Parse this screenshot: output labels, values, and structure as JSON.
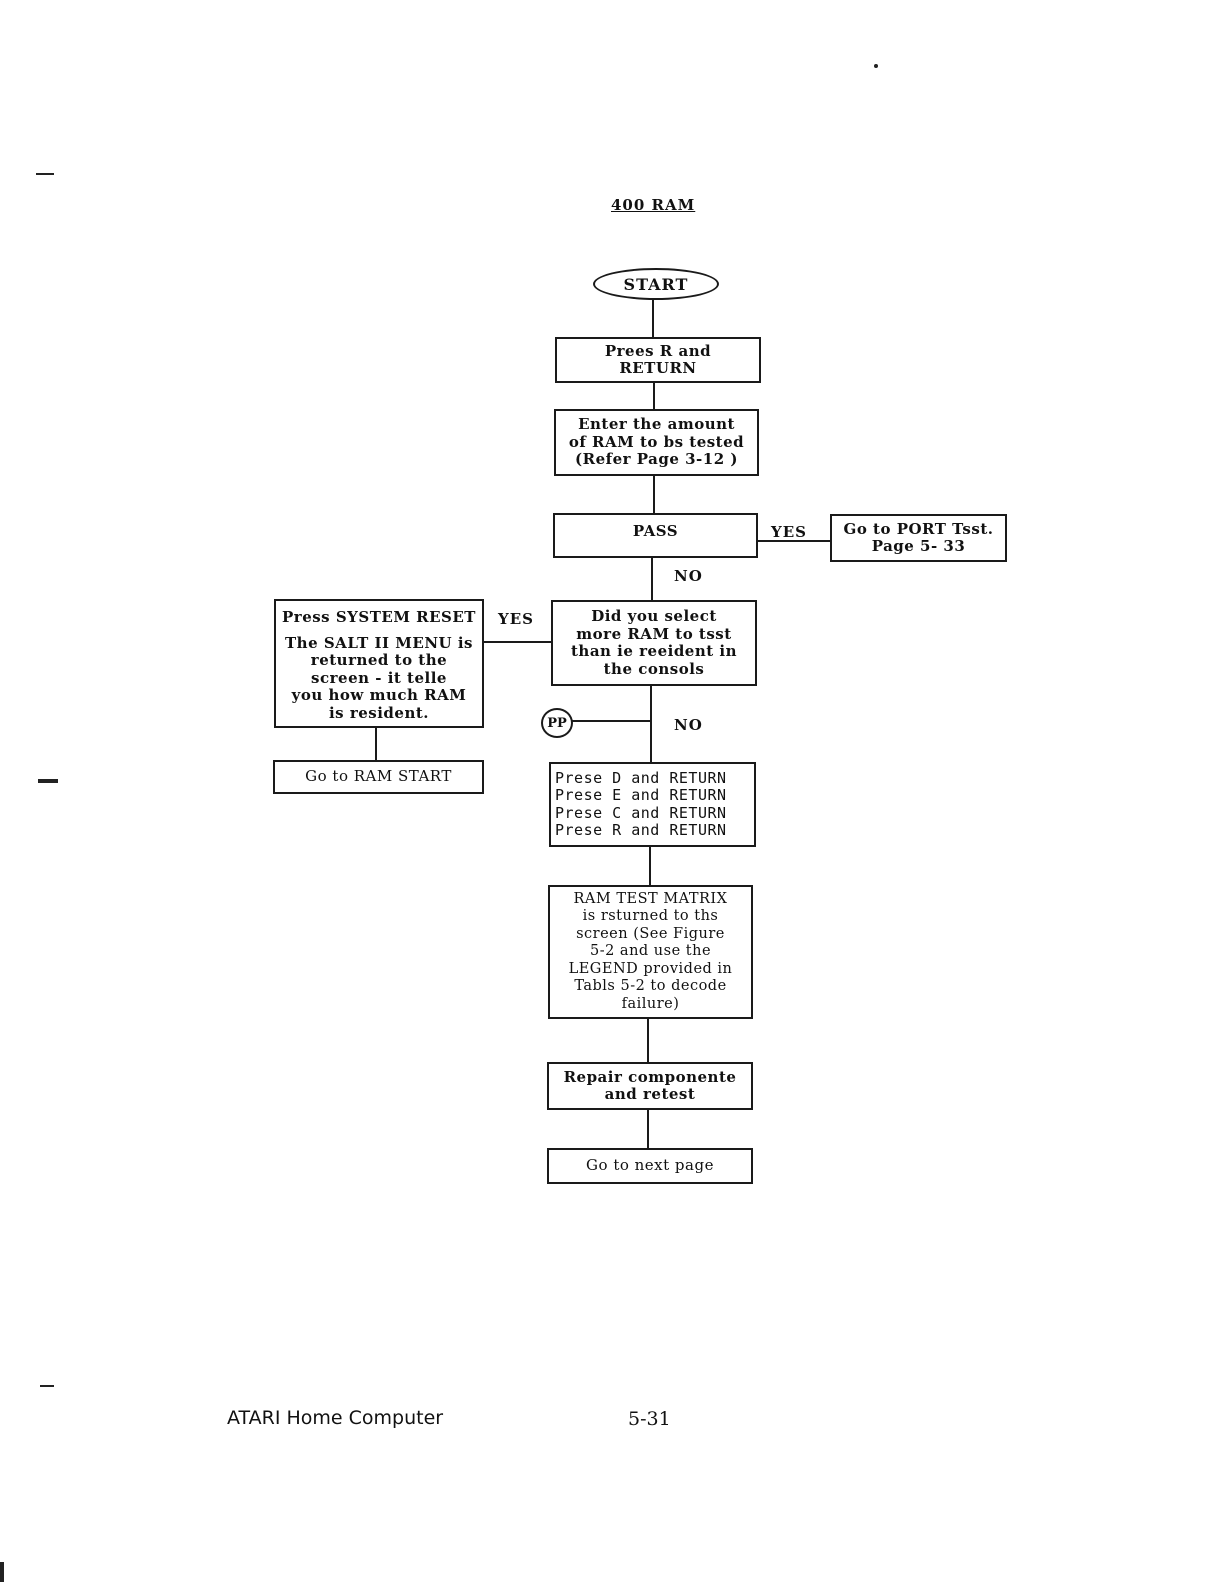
{
  "title": "400 RAM",
  "start": "START",
  "steps": {
    "press_r": [
      "Prees R and",
      "RETURN"
    ],
    "enter_amount": [
      "Enter the amount",
      "of RAM to bs tested",
      "(Refer Page 3-12 )"
    ],
    "pass": "PASS",
    "port_test": [
      "Go to PORT Tsst.",
      "Page 5- 33"
    ],
    "did_select": [
      "Did you select",
      "more RAM to tsst",
      "than ie reeident in",
      "the consols"
    ],
    "system_reset": [
      "Press SYSTEM RESET",
      "The SALT II MENU is",
      "returned to the",
      "screen - it telle",
      "you how much RAM",
      "is resident."
    ],
    "go_ram_start": "Go to RAM START",
    "press_dec": [
      "Prese D and RETURN",
      "Prese E and RETURN",
      "Prese C and RETURN",
      "Prese R and RETURN"
    ],
    "matrix": [
      "RAM TEST MATRIX",
      "is rsturned to ths",
      "screen (See Figure",
      "5-2 and use the",
      "LEGEND provided in",
      "Tabls 5-2 to decode",
      "failure)"
    ],
    "repair": [
      "Repair componente",
      "and retest"
    ],
    "next_page": "Go to next page"
  },
  "labels": {
    "yes_pass": "YES",
    "no_pass": "NO",
    "yes_select": "YES",
    "no_select": "NO",
    "connector": "PP"
  },
  "footer": {
    "left": "ATARI Home Computer",
    "page": "5-31"
  }
}
